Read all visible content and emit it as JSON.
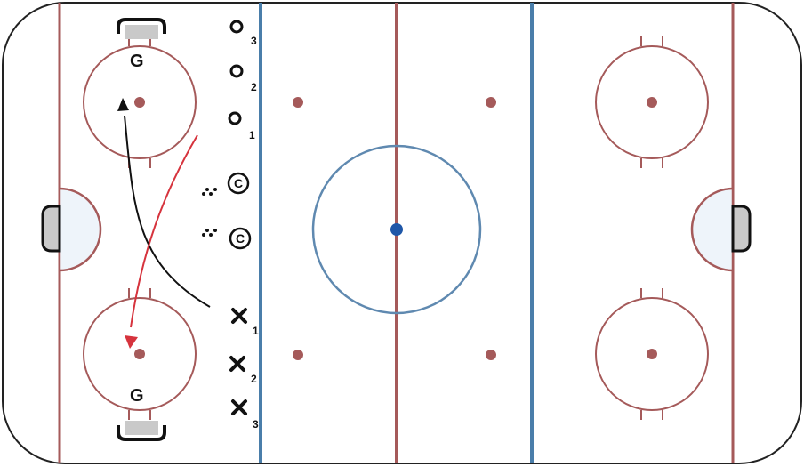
{
  "colors": {
    "board": "#222222",
    "red_line": "#a55a5a",
    "blue_line": "#4a7eaa",
    "center_circle": "#5f89b0",
    "center_dot": "#1f57a8",
    "crease_fill": "#eef4fa",
    "net_fill": "#c9c9c9",
    "skate_black": "#111111",
    "skate_red": "#d6333d"
  },
  "goalies": [
    {
      "label": "G"
    },
    {
      "label": "G"
    }
  ],
  "forwards": [
    {
      "symbol": "O",
      "number": "3"
    },
    {
      "symbol": "O",
      "number": "2"
    },
    {
      "symbol": "O",
      "number": "1"
    }
  ],
  "defenders": [
    {
      "symbol": "X",
      "number": "1"
    },
    {
      "symbol": "X",
      "number": "2"
    },
    {
      "symbol": "X",
      "number": "3"
    }
  ],
  "coaches": [
    {
      "symbol": "C"
    },
    {
      "symbol": "C"
    }
  ],
  "icons": {
    "net": "goal-net-icon",
    "coach": "coach-icon",
    "puck_pile": "puck-pile-icon",
    "arrow": "arrowhead-icon"
  }
}
